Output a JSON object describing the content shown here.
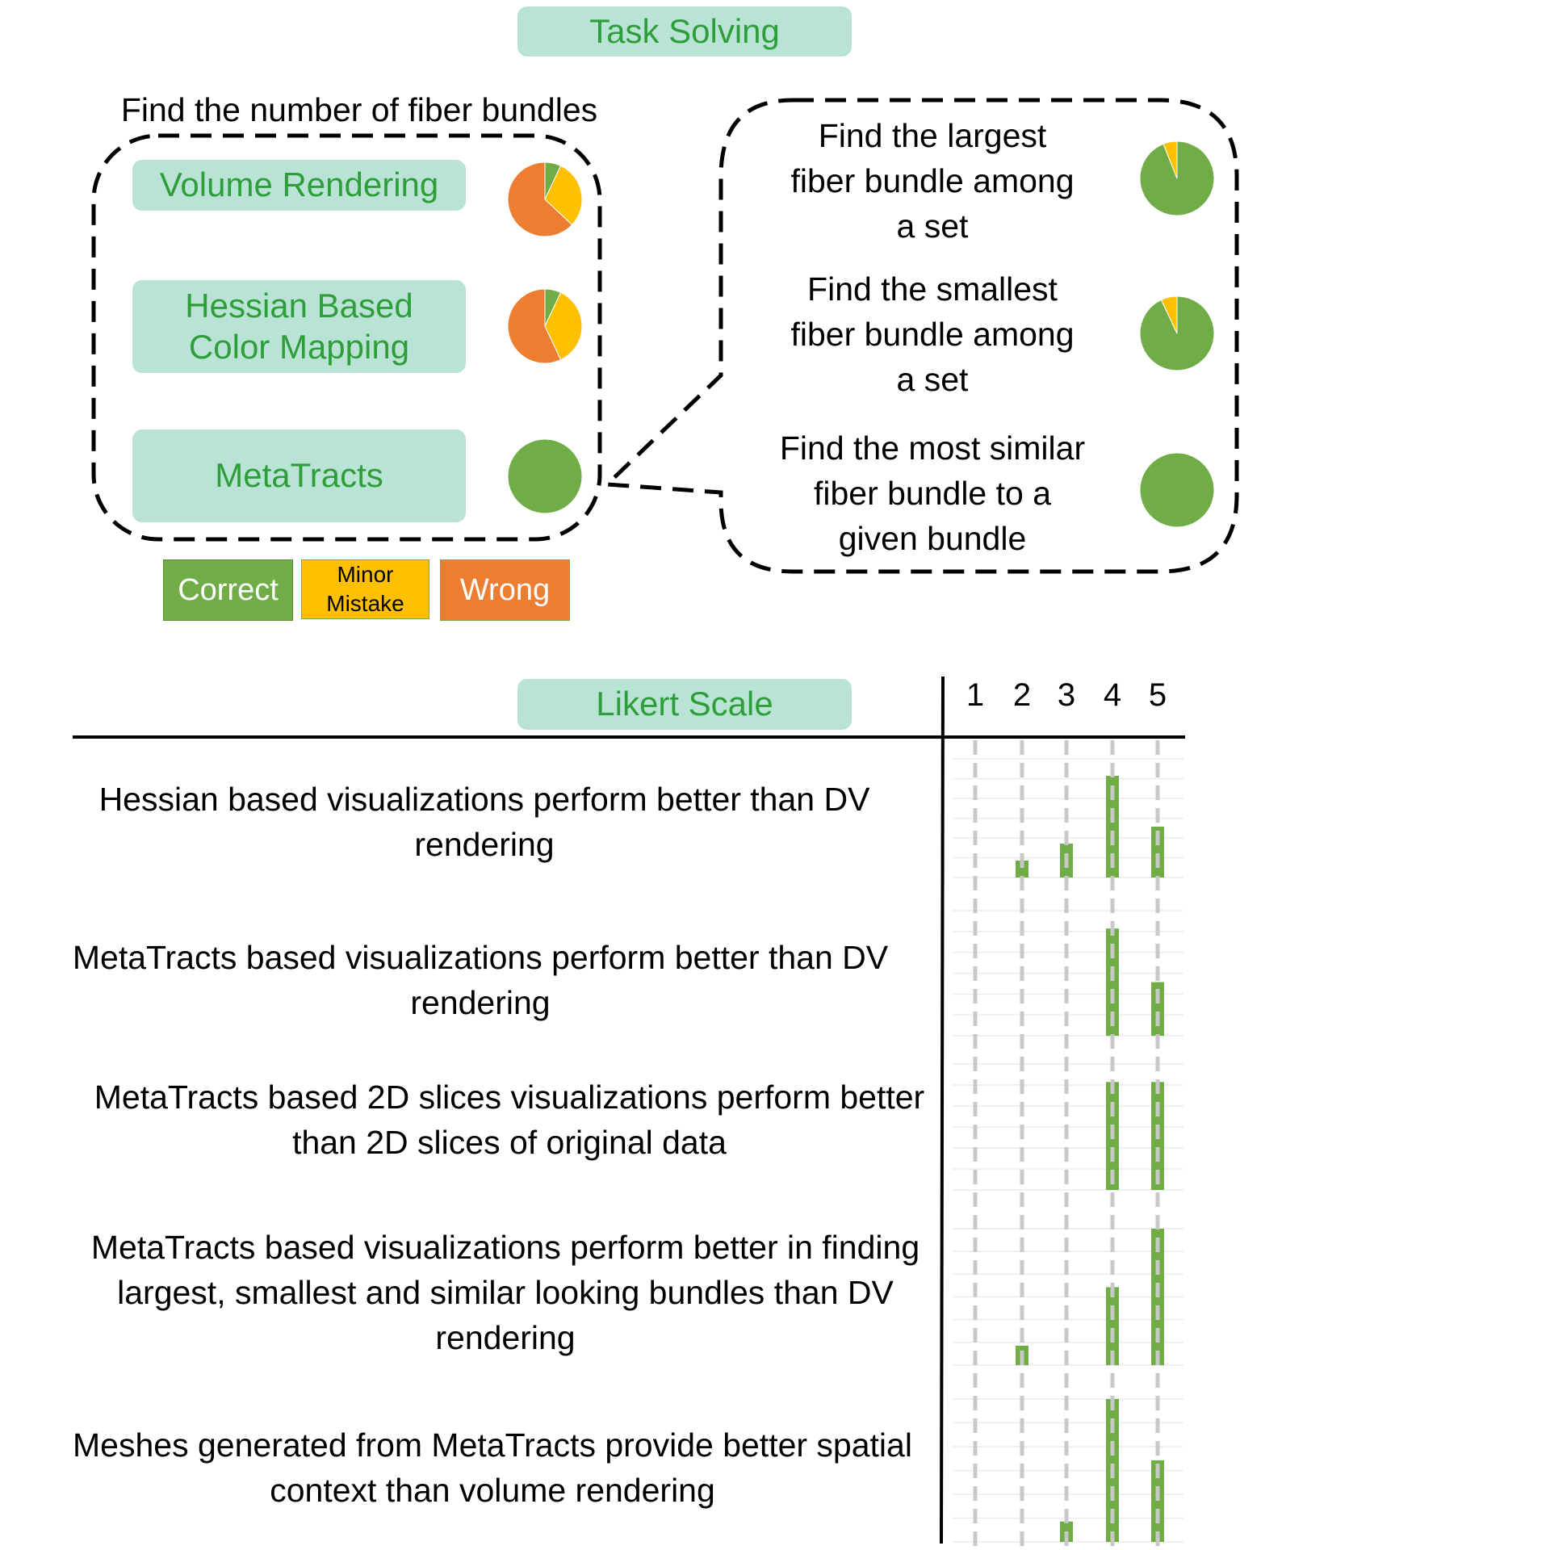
{
  "task_section": {
    "title": "Task Solving",
    "left_prompt": "Find the number of fiber bundles",
    "methods": [
      "Volume Rendering",
      "Hessian Based Color Mapping",
      "MetaTracts"
    ],
    "right_tasks": [
      "Find the largest fiber bundle  among a set",
      "Find the smallest fiber bundle among a set",
      "Find the most similar fiber bundle to a given bundle"
    ],
    "legend": [
      "Correct",
      "Minor Mistake",
      "Wrong"
    ]
  },
  "likert_section": {
    "title": "Likert Scale",
    "scale": [
      "1",
      "2",
      "3",
      "4",
      "5"
    ],
    "statements": [
      "Hessian based visualizations perform better than  DV rendering",
      "MetaTracts based visualizations perform better than DV rendering",
      "MetaTracts based 2D slices visualizations perform better than 2D slices of original data",
      "MetaTracts based visualizations perform better in finding largest, smallest and similar looking bundles than DV rendering",
      "Meshes generated from MetaTracts provide better spatial context than volume rendering"
    ]
  },
  "colors": {
    "correct": "#70ad47",
    "minor": "#ffc000",
    "wrong": "#ed7d31",
    "pill": "#b9e3d5",
    "pill_text": "#2e9e3a"
  },
  "chart_data": [
    {
      "type": "pie",
      "name": "Volume Rendering",
      "labels": [
        "Correct",
        "Minor Mistake",
        "Wrong"
      ],
      "values": [
        7,
        30,
        63
      ]
    },
    {
      "type": "pie",
      "name": "Hessian Based Color Mapping",
      "labels": [
        "Correct",
        "Minor Mistake",
        "Wrong"
      ],
      "values": [
        7,
        36,
        57
      ]
    },
    {
      "type": "pie",
      "name": "MetaTracts",
      "labels": [
        "Correct",
        "Minor Mistake",
        "Wrong"
      ],
      "values": [
        100,
        0,
        0
      ]
    },
    {
      "type": "pie",
      "name": "Find the largest fiber bundle  among a set",
      "labels": [
        "Correct",
        "Minor Mistake",
        "Wrong"
      ],
      "values": [
        94,
        6,
        0
      ]
    },
    {
      "type": "pie",
      "name": "Find the smallest fiber bundle among a set",
      "labels": [
        "Correct",
        "Minor Mistake",
        "Wrong"
      ],
      "values": [
        93,
        7,
        0
      ]
    },
    {
      "type": "pie",
      "name": "Find the most similar fiber bundle to a given bundle",
      "labels": [
        "Correct",
        "Minor Mistake",
        "Wrong"
      ],
      "values": [
        100,
        0,
        0
      ]
    },
    {
      "type": "bar",
      "categories": [
        "1",
        "2",
        "3",
        "4",
        "5"
      ],
      "series": [
        {
          "name": "Hessian based visualizations perform better than  DV rendering",
          "values": [
            0,
            1,
            2,
            6,
            3
          ]
        },
        {
          "name": "MetaTracts based visualizations perform better than DV rendering",
          "values": [
            0,
            0,
            0,
            6,
            3
          ]
        },
        {
          "name": "MetaTracts based 2D slices visualizations perform better than 2D slices of original data",
          "values": [
            0,
            0,
            0,
            6,
            6
          ]
        },
        {
          "name": "MetaTracts based visualizations perform better in finding largest, smallest and similar looking bundles than DV rendering",
          "values": [
            0,
            1,
            0,
            4,
            7
          ]
        },
        {
          "name": "Meshes generated from MetaTracts provide better spatial context than volume rendering",
          "values": [
            0,
            0,
            1,
            7,
            4
          ]
        }
      ]
    }
  ]
}
